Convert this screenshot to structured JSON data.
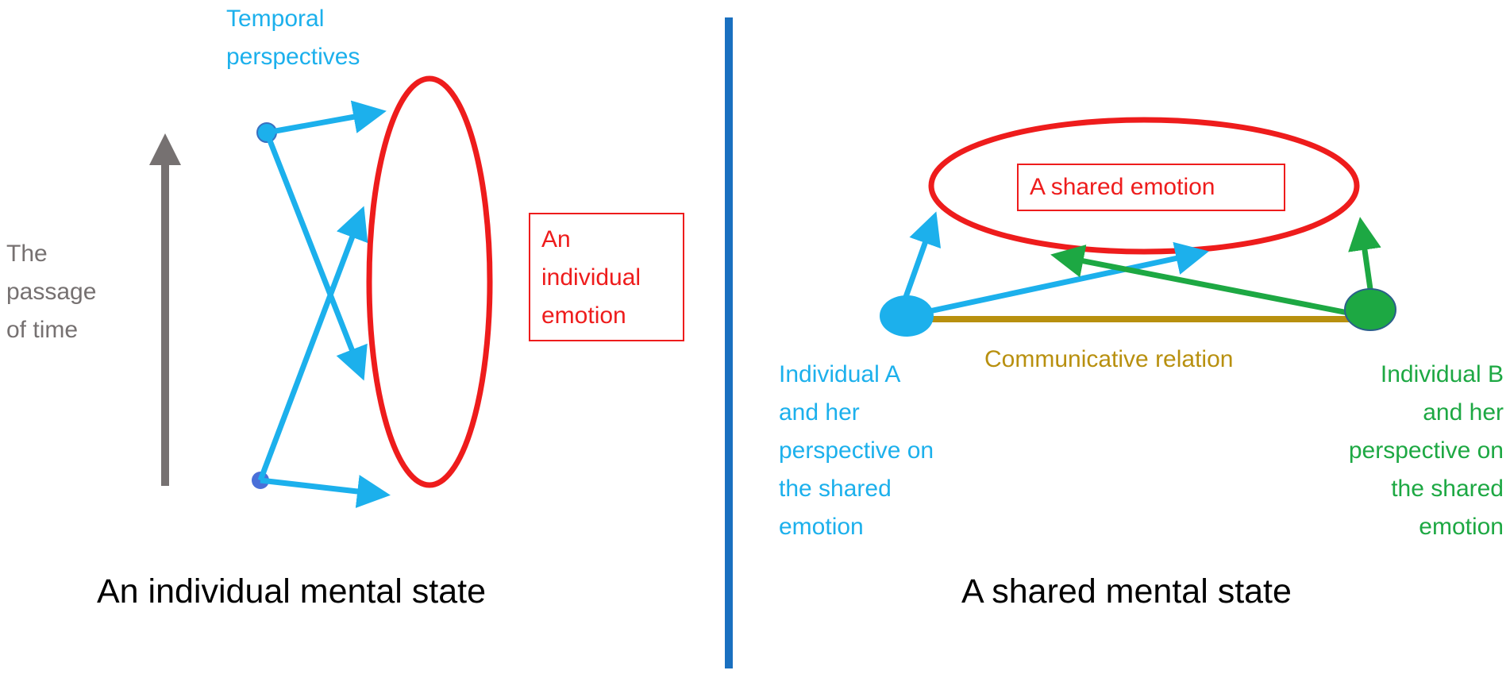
{
  "colors": {
    "cyan": "#1CB0EC",
    "red": "#EE1C1C",
    "green": "#1DA843",
    "gray": "#767171",
    "gold": "#B8900F",
    "divider": "#1A70C0"
  },
  "left_panel": {
    "temporal_label": "Temporal\nperspectives",
    "time_label": "The\npassage\nof time",
    "emotion_label": "An\nindividual\nemotion",
    "caption": "An individual mental state"
  },
  "right_panel": {
    "emotion_label": "A shared emotion",
    "relation_label": "Communicative relation",
    "individual_a_label": "Individual A\nand her\nperspective on\nthe shared\nemotion",
    "individual_b_label": "Individual B\nand her\nperspective on\nthe shared\nemotion",
    "caption": "A shared mental state"
  }
}
